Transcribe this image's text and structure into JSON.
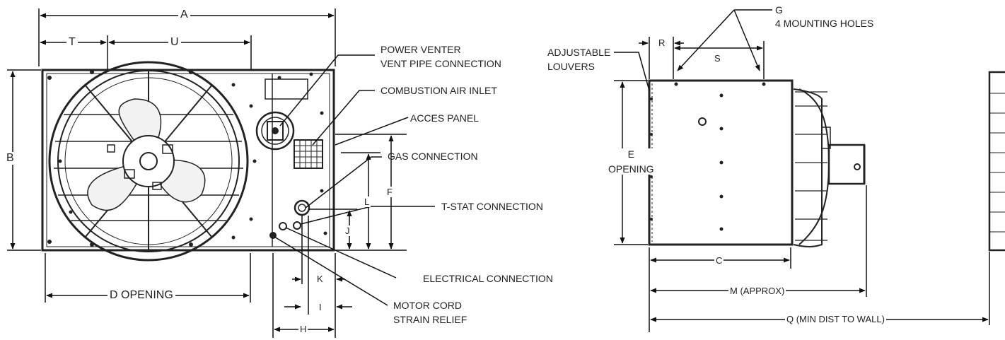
{
  "callouts": {
    "power_venter_1": "POWER VENTER",
    "power_venter_2": "VENT PIPE CONNECTION",
    "combustion_air": "COMBUSTION AIR INLET",
    "access_panel": "ACCES PANEL",
    "gas_connection": "GAS CONNECTION",
    "tstat_connection": "T-STAT CONNECTION",
    "electrical_connection": "ELECTRICAL CONNECTION",
    "motor_cord_1": "MOTOR CORD",
    "motor_cord_2": "STRAIN RELIEF",
    "mounting_holes_g": "G",
    "mounting_holes_text": "4 MOUNTING HOLES",
    "louvers_1": "ADJUSTABLE",
    "louvers_2": "LOUVERS"
  },
  "dimensions": {
    "A": "A",
    "T": "T",
    "U": "U",
    "B": "B",
    "D": "D  OPENING",
    "L": "L",
    "F": "F",
    "J": "J",
    "K": "K",
    "I": "I",
    "H": "H",
    "R": "R",
    "S": "S",
    "E_1": "E",
    "E_2": "OPENING",
    "C": "C",
    "M": "M (APPROX)",
    "Q": "Q (MIN DIST TO WALL)"
  }
}
